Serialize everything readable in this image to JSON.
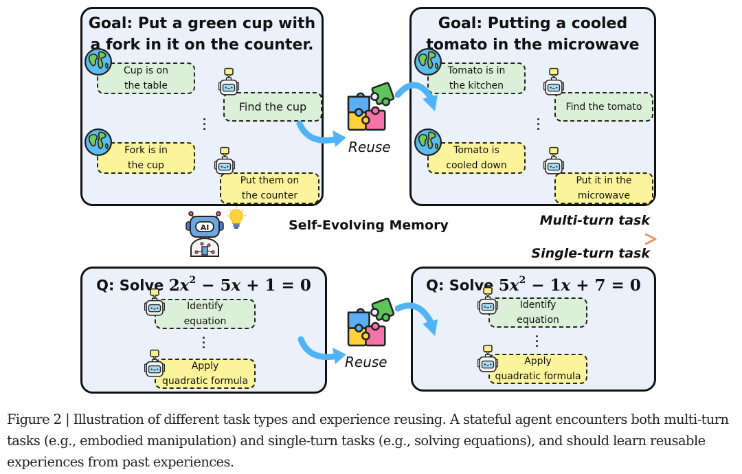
{
  "multi_turn": {
    "source_panel": {
      "goal": "Goal: Put a green cup with\na fork in it on the counter.",
      "steps": [
        {
          "role": "environment",
          "text": "Cup is on\nthe table",
          "color": "green"
        },
        {
          "role": "agent",
          "text": "Find the cup",
          "color": "green"
        },
        {
          "role": "environment",
          "text": "Fork is in\nthe cup",
          "color": "yellow"
        },
        {
          "role": "agent",
          "text": "Put them on\nthe counter",
          "color": "yellow"
        }
      ]
    },
    "target_panel": {
      "goal": "Goal: Putting a cooled\ntomato in the microwave",
      "steps": [
        {
          "role": "environment",
          "text": "Tomato is in\nthe kitchen",
          "color": "green"
        },
        {
          "role": "agent",
          "text": "Find the tomato",
          "color": "green"
        },
        {
          "role": "environment",
          "text": "Tomato is\ncooled down",
          "color": "yellow"
        },
        {
          "role": "agent",
          "text": "Put it in the\nmicrowave",
          "color": "yellow"
        }
      ]
    },
    "reuse_label": "Reuse",
    "task_label": "Multi-turn task"
  },
  "memory_axis": {
    "label": "Self-Evolving Memory",
    "icon": "ai-robot-icon",
    "bulb_icon": "lightbulb-icon",
    "gradient_start": "#a8d4ef",
    "gradient_end": "#e8956a"
  },
  "single_turn": {
    "task_label": "Single-turn task",
    "source_panel": {
      "question_prefix": "Q: Solve ",
      "equation": {
        "a": "2",
        "x": "x",
        "exp": "2",
        "op1": " − ",
        "b": "5",
        "op2": " + ",
        "c": "1",
        "rhs": " = 0"
      },
      "steps": [
        {
          "role": "agent",
          "text": "Identify\nequation",
          "color": "green"
        },
        {
          "role": "agent",
          "text": "Apply\nquadratic formula",
          "color": "yellow"
        }
      ]
    },
    "target_panel": {
      "question_prefix": "Q: Solve ",
      "equation": {
        "a": "5",
        "x": "x",
        "exp": "2",
        "op1": " − ",
        "b": "1",
        "op2": " + ",
        "c": "7",
        "rhs": " = 0"
      },
      "steps": [
        {
          "role": "agent",
          "text": "Identify\nequation",
          "color": "green"
        },
        {
          "role": "agent",
          "text": "Apply\nquadratic formula",
          "color": "yellow"
        }
      ]
    },
    "reuse_label": "Reuse"
  },
  "colors": {
    "panel_bg": "#eaf1fa",
    "green_bubble": "#dcefd9",
    "yellow_bubble": "#fbf49b",
    "arrow_blue": "#4fb3f6"
  },
  "caption": "Figure 2 | Illustration of different task types and experience reusing. A stateful agent encounters both multi-turn tasks (e.g., embodied manipulation) and single-turn tasks (e.g., solving equations), and should learn reusable experiences from past experiences."
}
